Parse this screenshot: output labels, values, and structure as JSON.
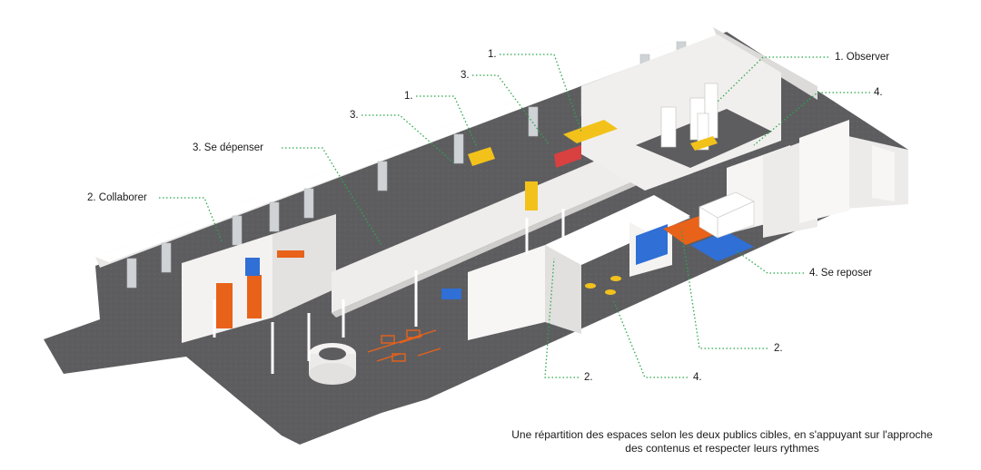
{
  "labels": {
    "observer": "1. Observer",
    "one_a": "1.",
    "one_b": "1.",
    "three_a": "3.",
    "three_b": "3.",
    "four_top": "4.",
    "se_depenser": "3. Se dépenser",
    "collaborer": "2. Collaborer",
    "se_reposer": "4. Se reposer",
    "two_right": "2.",
    "two_bottom": "2.",
    "four_bottom": "4."
  },
  "caption": {
    "line1": "Une répartition des espaces selon les deux publics cibles, en s'appuyant sur l'approche",
    "line2": "des contenus et respecter leurs rythmes"
  },
  "colors": {
    "leader_line": "#2aa84a",
    "floor": "#5d5d60",
    "wall": "#f1f0ef",
    "wall_shade": "#d9d8d6",
    "accent_orange": "#e8621a",
    "accent_yellow": "#f2c21b",
    "accent_blue": "#2f6fd6",
    "accent_red": "#d94040"
  }
}
